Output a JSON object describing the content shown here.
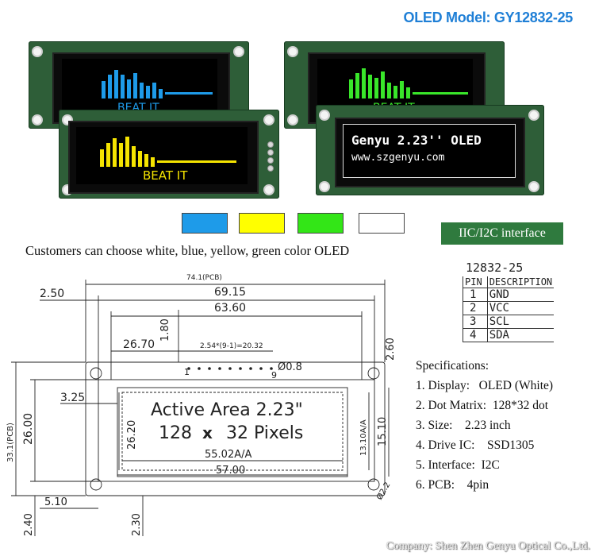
{
  "header": {
    "model_title": "OLED Model: GY12832-25"
  },
  "displays": {
    "beat_label": "BEAT IT",
    "genyu_line1": "Genyu 2.23'' OLED",
    "genyu_line2": "www.szgenyu.com"
  },
  "colors": {
    "blue": "#1e9be9",
    "yellow": "#f5e400",
    "green": "#39e62a",
    "white": "#ffffff",
    "pcb": "#2e5e38"
  },
  "swatches": [
    {
      "name": "blue",
      "color": "#1e9be9"
    },
    {
      "name": "yellow",
      "color": "#ffff00"
    },
    {
      "name": "green",
      "color": "#33e617"
    },
    {
      "name": "white",
      "color": "#ffffff"
    }
  ],
  "caption": "Customers can choose white, blue, yellow, green color OLED",
  "interface": {
    "title": "IIC/I2C interface",
    "model": "12832-25",
    "headers": [
      "PIN",
      "DESCRIPTION"
    ],
    "rows": [
      {
        "pin": "1",
        "desc": "GND"
      },
      {
        "pin": "2",
        "desc": "VCC"
      },
      {
        "pin": "3",
        "desc": "SCL"
      },
      {
        "pin": "4",
        "desc": "SDA"
      }
    ]
  },
  "specs": {
    "title": "Specifications:",
    "items": [
      "1. Display:   OLED (White)",
      "2. Dot Matrix:  128*32 dot",
      "3. Size:    2.23 inch",
      "4. Drive IC:    SSD1305",
      "5. Interface:  I2C",
      "6. PCB:    4pin"
    ]
  },
  "drawing": {
    "pcb_width": "74.1(PCB)",
    "dim_6915": "69.15",
    "dim_6360": "63.60",
    "dim_250": "2.50",
    "dim_180": "1.80",
    "dim_2670": "26.70",
    "pin_pitch": "2.54*(9-1)=20.32",
    "pin_first": "1",
    "pin_last": "9",
    "hole_dia": "Ø0.8",
    "dim_260": "2.60",
    "dim_331": "33.1(PCB)",
    "dim_2600": "26.00",
    "dim_325": "3.25",
    "dim_2620": "26.20",
    "dim_1310": "13.10A/A",
    "dim_1510": "15.10",
    "dim_5502": "55.02A/A",
    "dim_5700": "57.00",
    "dim_510": "5.10",
    "dim_240": "2.40",
    "dim_230": "2.30",
    "mount_dia": "Ø2.2",
    "active_area_line1": "Active Area 2.23\"",
    "active_area_line2_a": "128",
    "active_area_line2_x": "x",
    "active_area_line2_b": "32 Pixels"
  },
  "footer": {
    "company": "Company: Shen Zhen Genyu Optical Co.,Ltd."
  }
}
